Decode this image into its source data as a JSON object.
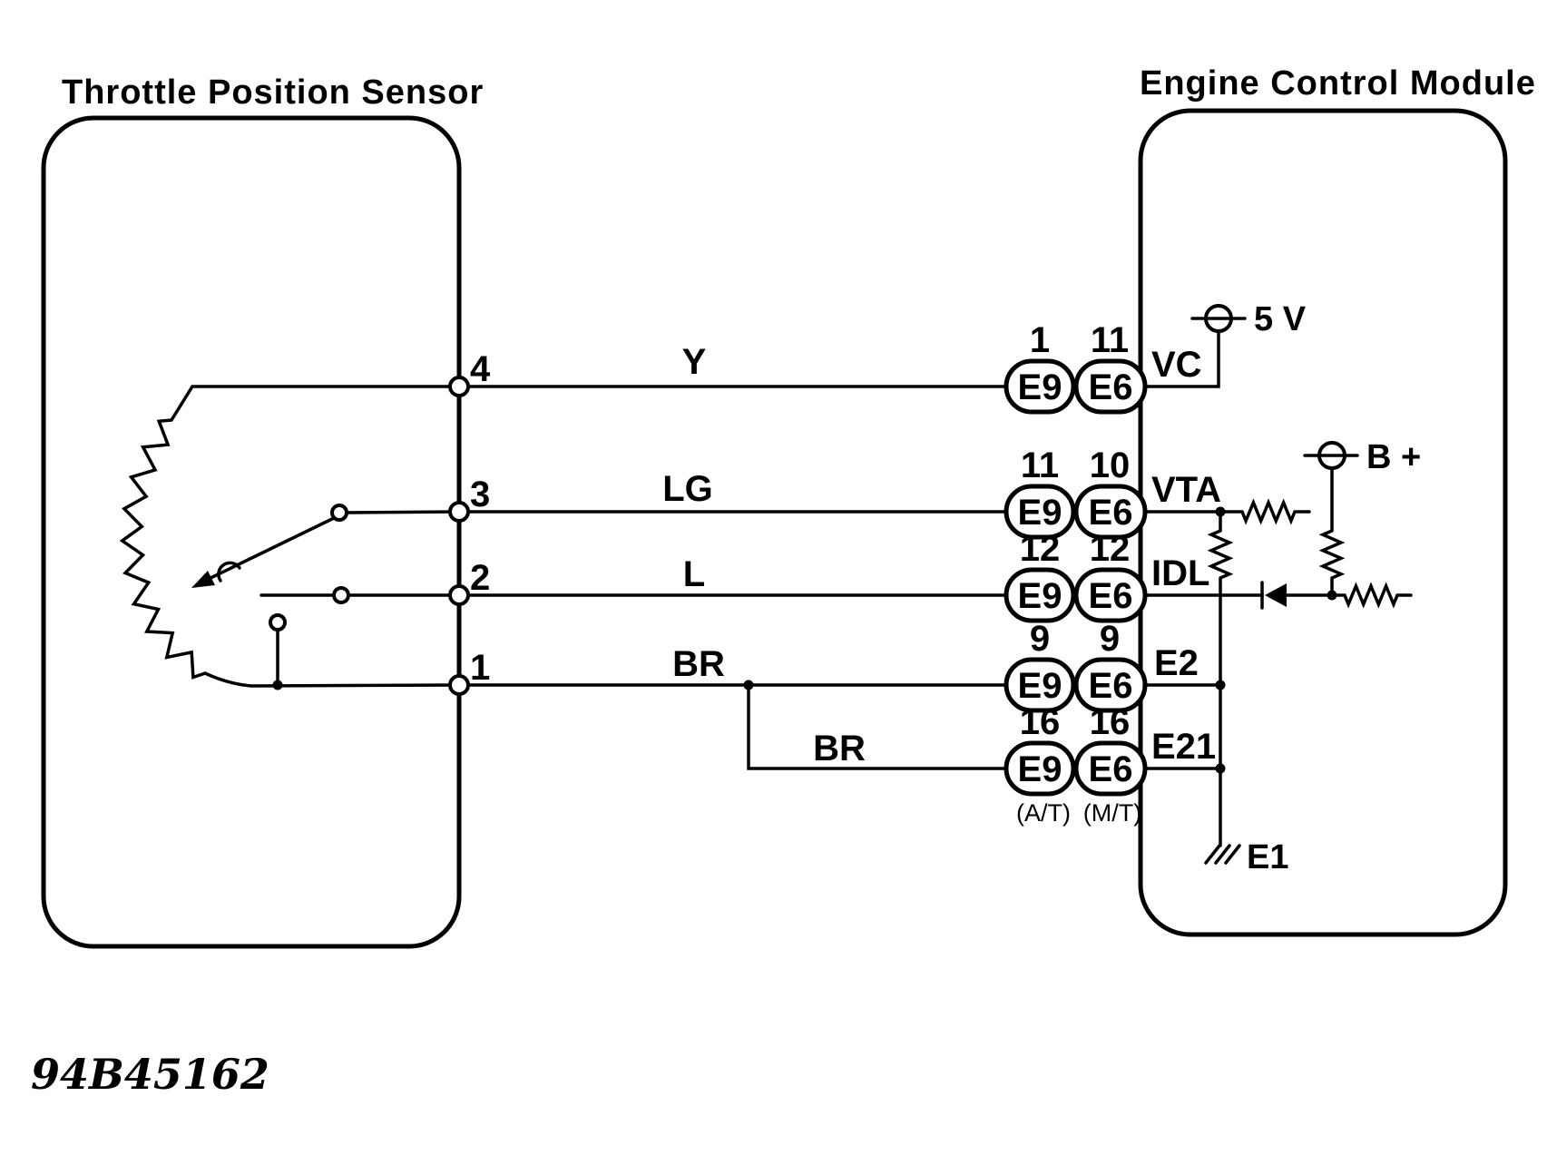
{
  "colors": {
    "ink": "#000000",
    "background": "#ffffff"
  },
  "sensor": {
    "title": "Throttle Position Sensor"
  },
  "ecm": {
    "title": "Engine Control Module",
    "supply_5v_label": "5 V",
    "supply_bplus_label": "B +",
    "ground_label": "E1"
  },
  "rows": [
    {
      "sensor_pin": "4",
      "wire": "Y",
      "e9_pin": "1",
      "e9": "E9",
      "e6_pin": "11",
      "e6": "E6",
      "ecm_terminal": "VC"
    },
    {
      "sensor_pin": "3",
      "wire": "LG",
      "e9_pin": "11",
      "e9": "E9",
      "e6_pin": "10",
      "e6": "E6",
      "ecm_terminal": "VTA"
    },
    {
      "sensor_pin": "2",
      "wire": "L",
      "e9_pin": "12",
      "e9": "E9",
      "e6_pin": "12",
      "e6": "E6",
      "ecm_terminal": "IDL"
    },
    {
      "sensor_pin": "1",
      "wire": "BR",
      "e9_pin": "9",
      "e9": "E9",
      "e6_pin": "9",
      "e6": "E6",
      "ecm_terminal": "E2"
    },
    {
      "wire": "BR",
      "e9_pin": "16",
      "e9": "E9",
      "e6_pin": "16",
      "e6": "E6",
      "ecm_terminal": "E21",
      "e9_note": "(A/T)",
      "e6_note": "(M/T)"
    }
  ],
  "footer": {
    "figure_number": "94B45162"
  }
}
